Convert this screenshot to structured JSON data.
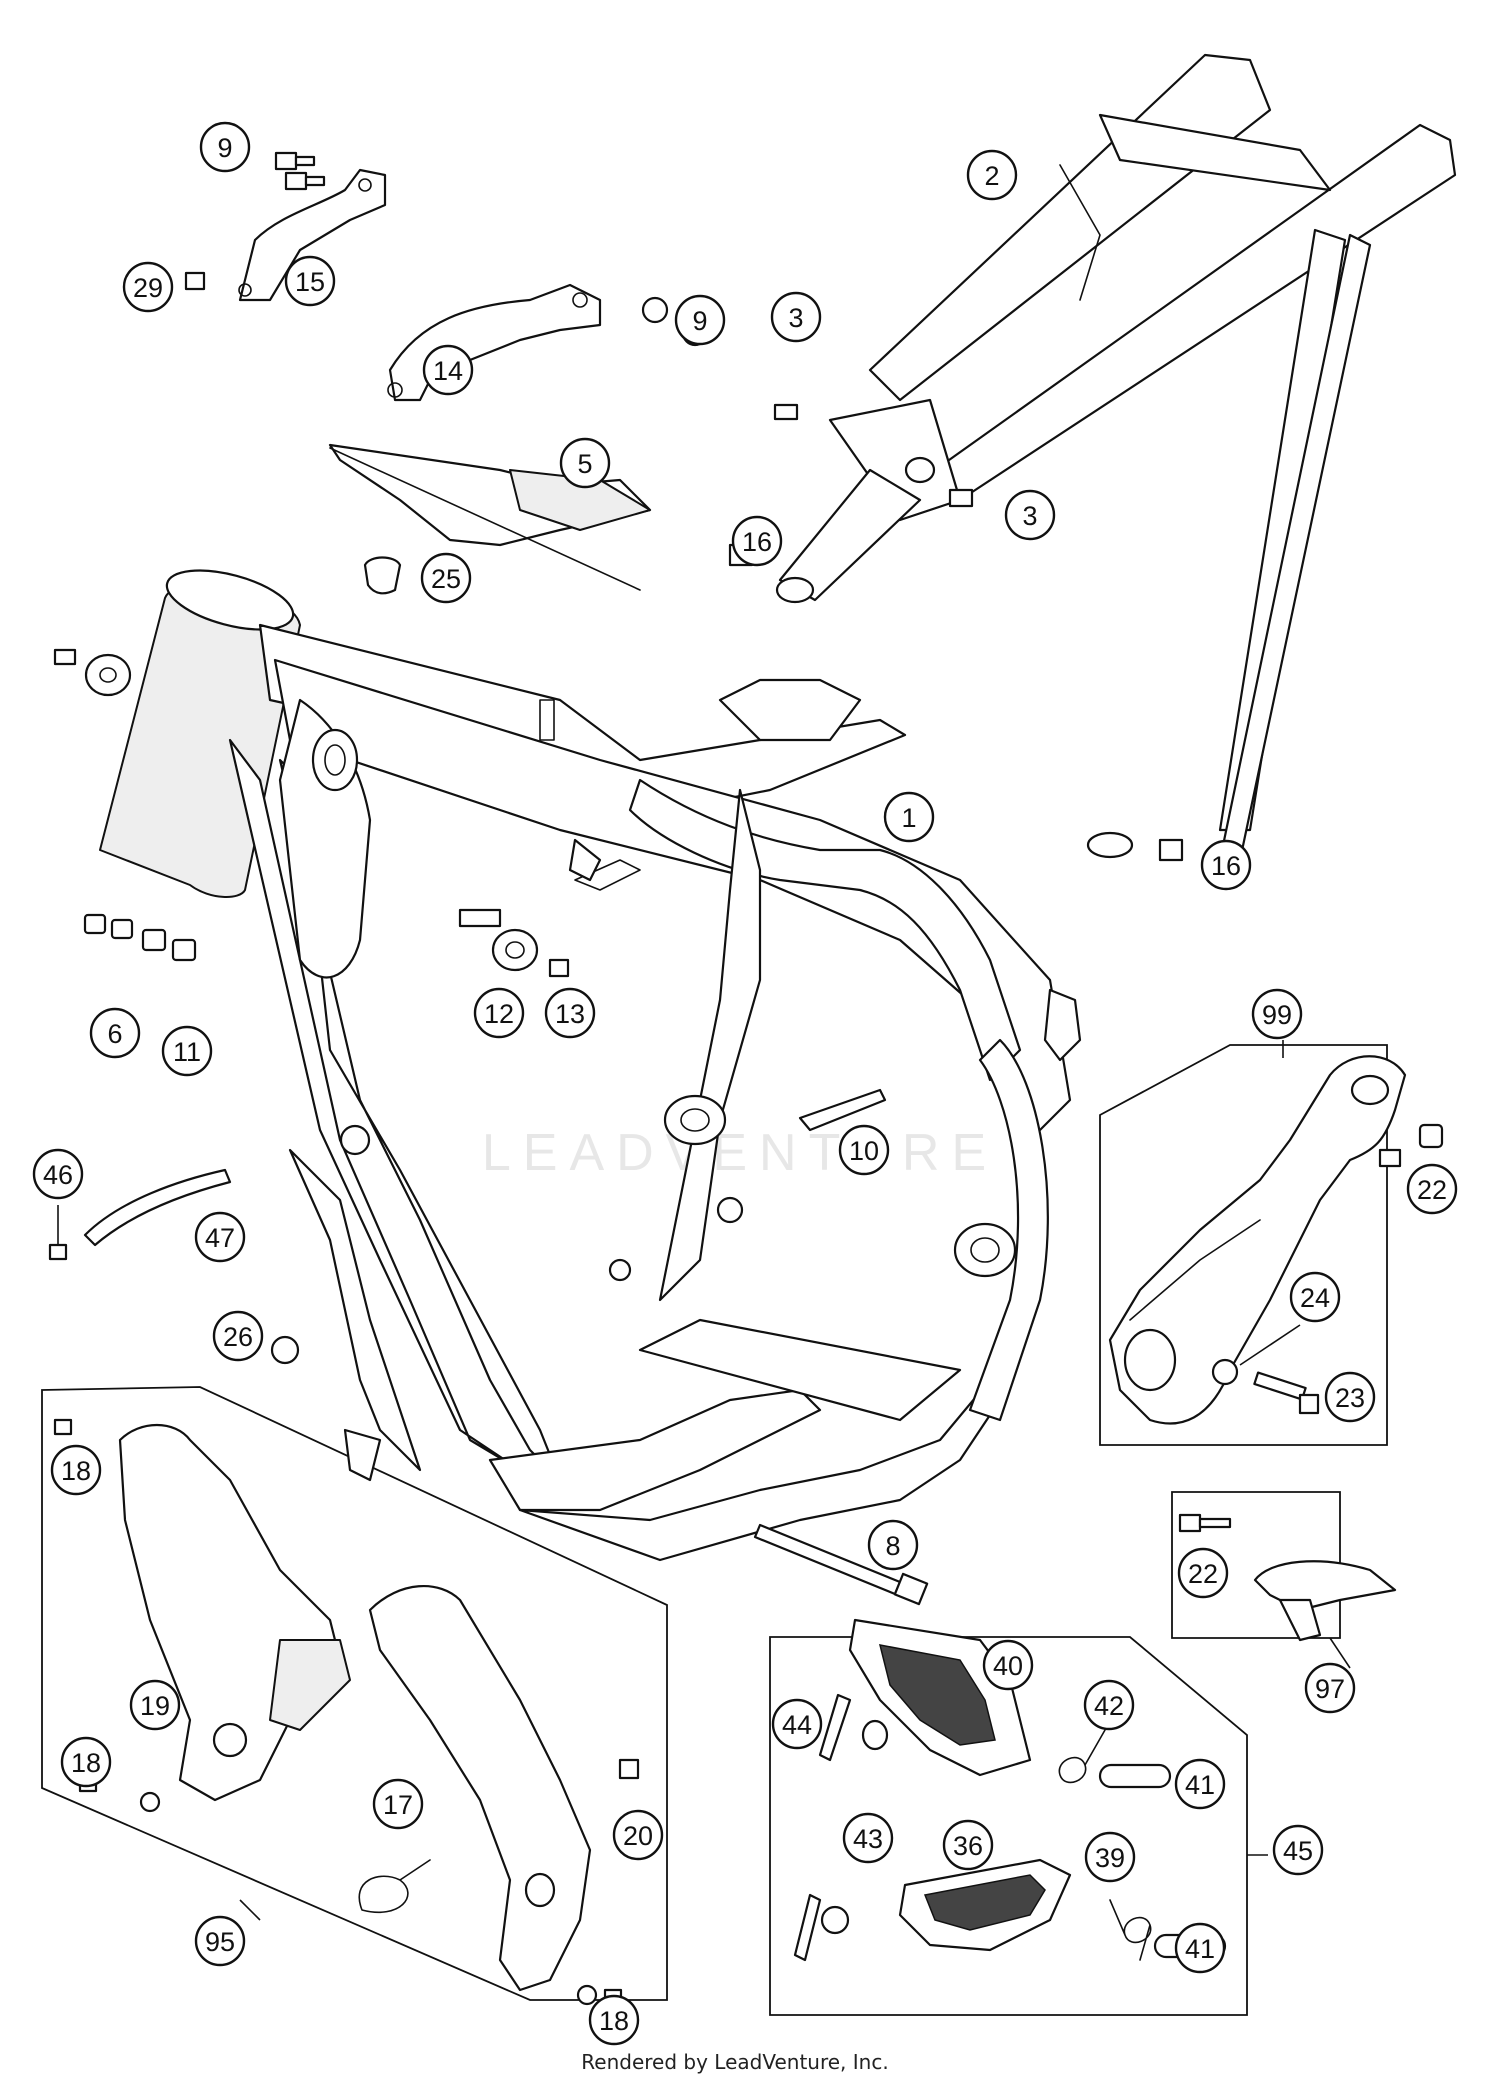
{
  "watermark": "LEADVENTURE",
  "footer": "Rendered by LeadVenture, Inc.",
  "callouts": [
    {
      "id": "c-9a",
      "label": "9"
    },
    {
      "id": "c-29",
      "label": "29"
    },
    {
      "id": "c-15",
      "label": "15"
    },
    {
      "id": "c-14",
      "label": "14"
    },
    {
      "id": "c-9b",
      "label": "9"
    },
    {
      "id": "c-2",
      "label": "2"
    },
    {
      "id": "c-3a",
      "label": "3"
    },
    {
      "id": "c-3b",
      "label": "3"
    },
    {
      "id": "c-5",
      "label": "5"
    },
    {
      "id": "c-16a",
      "label": "16"
    },
    {
      "id": "c-25",
      "label": "25"
    },
    {
      "id": "c-1",
      "label": "1"
    },
    {
      "id": "c-16b",
      "label": "16"
    },
    {
      "id": "c-6",
      "label": "6"
    },
    {
      "id": "c-11",
      "label": "11"
    },
    {
      "id": "c-12",
      "label": "12"
    },
    {
      "id": "c-13",
      "label": "13"
    },
    {
      "id": "c-99",
      "label": "99"
    },
    {
      "id": "c-22a",
      "label": "22"
    },
    {
      "id": "c-46",
      "label": "46"
    },
    {
      "id": "c-47",
      "label": "47"
    },
    {
      "id": "c-10",
      "label": "10"
    },
    {
      "id": "c-24",
      "label": "24"
    },
    {
      "id": "c-26",
      "label": "26"
    },
    {
      "id": "c-23",
      "label": "23"
    },
    {
      "id": "c-18a",
      "label": "18"
    },
    {
      "id": "c-8",
      "label": "8"
    },
    {
      "id": "c-22b",
      "label": "22"
    },
    {
      "id": "c-40",
      "label": "40"
    },
    {
      "id": "c-97",
      "label": "97"
    },
    {
      "id": "c-19",
      "label": "19"
    },
    {
      "id": "c-44",
      "label": "44"
    },
    {
      "id": "c-42",
      "label": "42"
    },
    {
      "id": "c-18b",
      "label": "18"
    },
    {
      "id": "c-41a",
      "label": "41"
    },
    {
      "id": "c-17",
      "label": "17"
    },
    {
      "id": "c-20",
      "label": "20"
    },
    {
      "id": "c-43",
      "label": "43"
    },
    {
      "id": "c-36",
      "label": "36"
    },
    {
      "id": "c-39",
      "label": "39"
    },
    {
      "id": "c-45",
      "label": "45"
    },
    {
      "id": "c-41b",
      "label": "41"
    },
    {
      "id": "c-95",
      "label": "95"
    },
    {
      "id": "c-18c",
      "label": "18"
    }
  ]
}
